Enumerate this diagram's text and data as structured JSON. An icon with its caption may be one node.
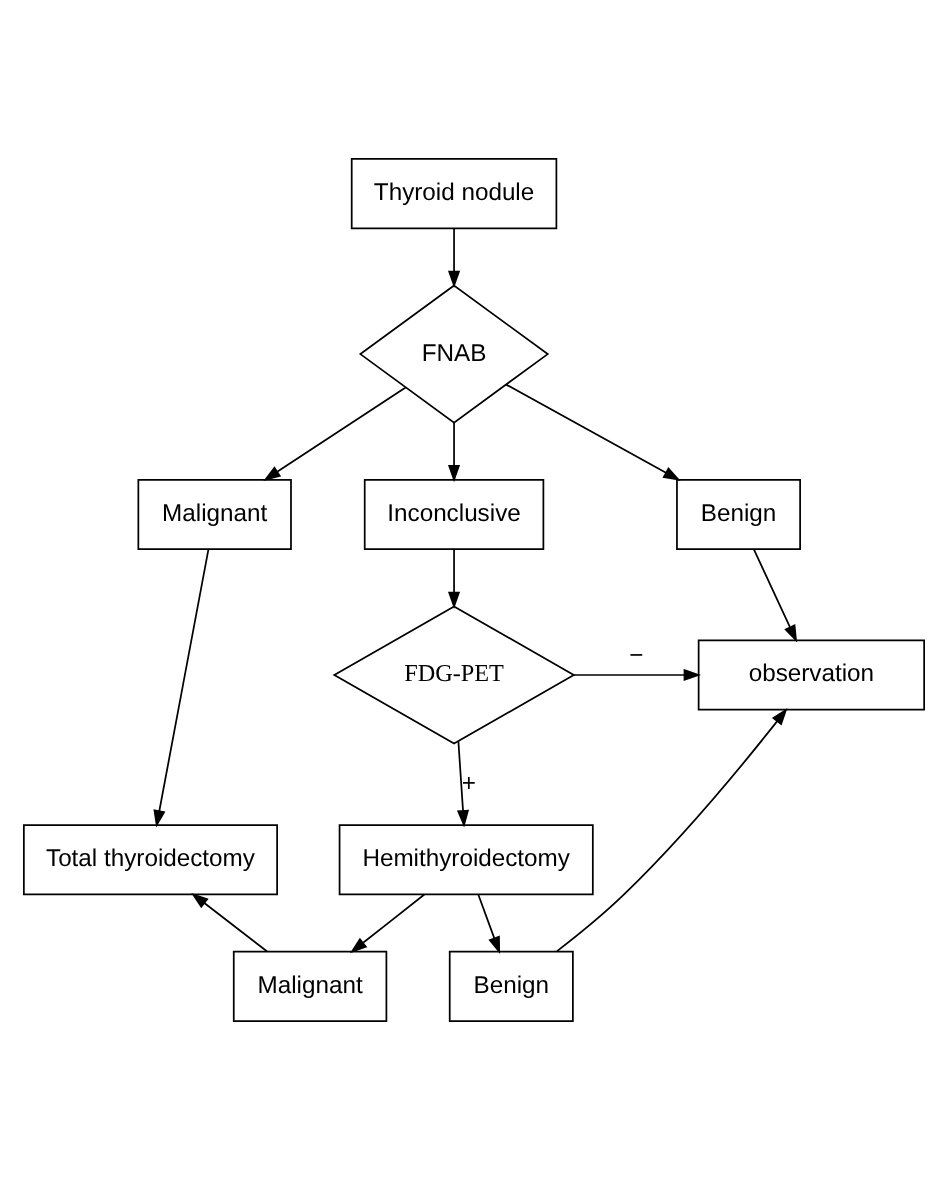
{
  "diagram": {
    "nodes": [
      {
        "text": [
          "Thyroid nodule"
        ]
      },
      {
        "text": [
          "FNAB"
        ]
      },
      {
        "text": [
          "Malignant"
        ]
      },
      {
        "text": [
          "Inconclusive"
        ]
      },
      {
        "text": [
          "Benign"
        ]
      },
      {
        "text": [
          "FDG-PET"
        ]
      },
      {
        "text": [
          "observation"
        ]
      },
      {
        "text": [
          "Total thyroidectomy"
        ]
      },
      {
        "text": [
          "Hemithyroidectomy"
        ]
      },
      {
        "text": [
          "Malignant"
        ]
      },
      {
        "text": [
          "Benign"
        ]
      }
    ],
    "edges": [
      {
        "from": 0,
        "to": 1,
        "arrow": "to"
      },
      {
        "from": 1,
        "to": 2,
        "arrow": "to"
      },
      {
        "from": 1,
        "to": 3,
        "arrow": "to"
      },
      {
        "from": 1,
        "to": 4,
        "arrow": "to"
      },
      {
        "from": 2,
        "to": 7,
        "arrow": "to"
      },
      {
        "from": 3,
        "to": 5,
        "arrow": "to"
      },
      {
        "from": 4,
        "to": 6,
        "arrow": "to"
      },
      {
        "from": 5,
        "to": 6,
        "arrow": "to",
        "label": "−"
      },
      {
        "from": 5,
        "to": 8,
        "arrow": "to",
        "label": "+"
      },
      {
        "from": 8,
        "to": 9,
        "arrow": "to"
      },
      {
        "from": 8,
        "to": 10,
        "arrow": "to"
      },
      {
        "from": 9,
        "to": 7,
        "arrow": "to"
      },
      {
        "from": 10,
        "to": 6,
        "arrow": "to"
      }
    ]
  }
}
